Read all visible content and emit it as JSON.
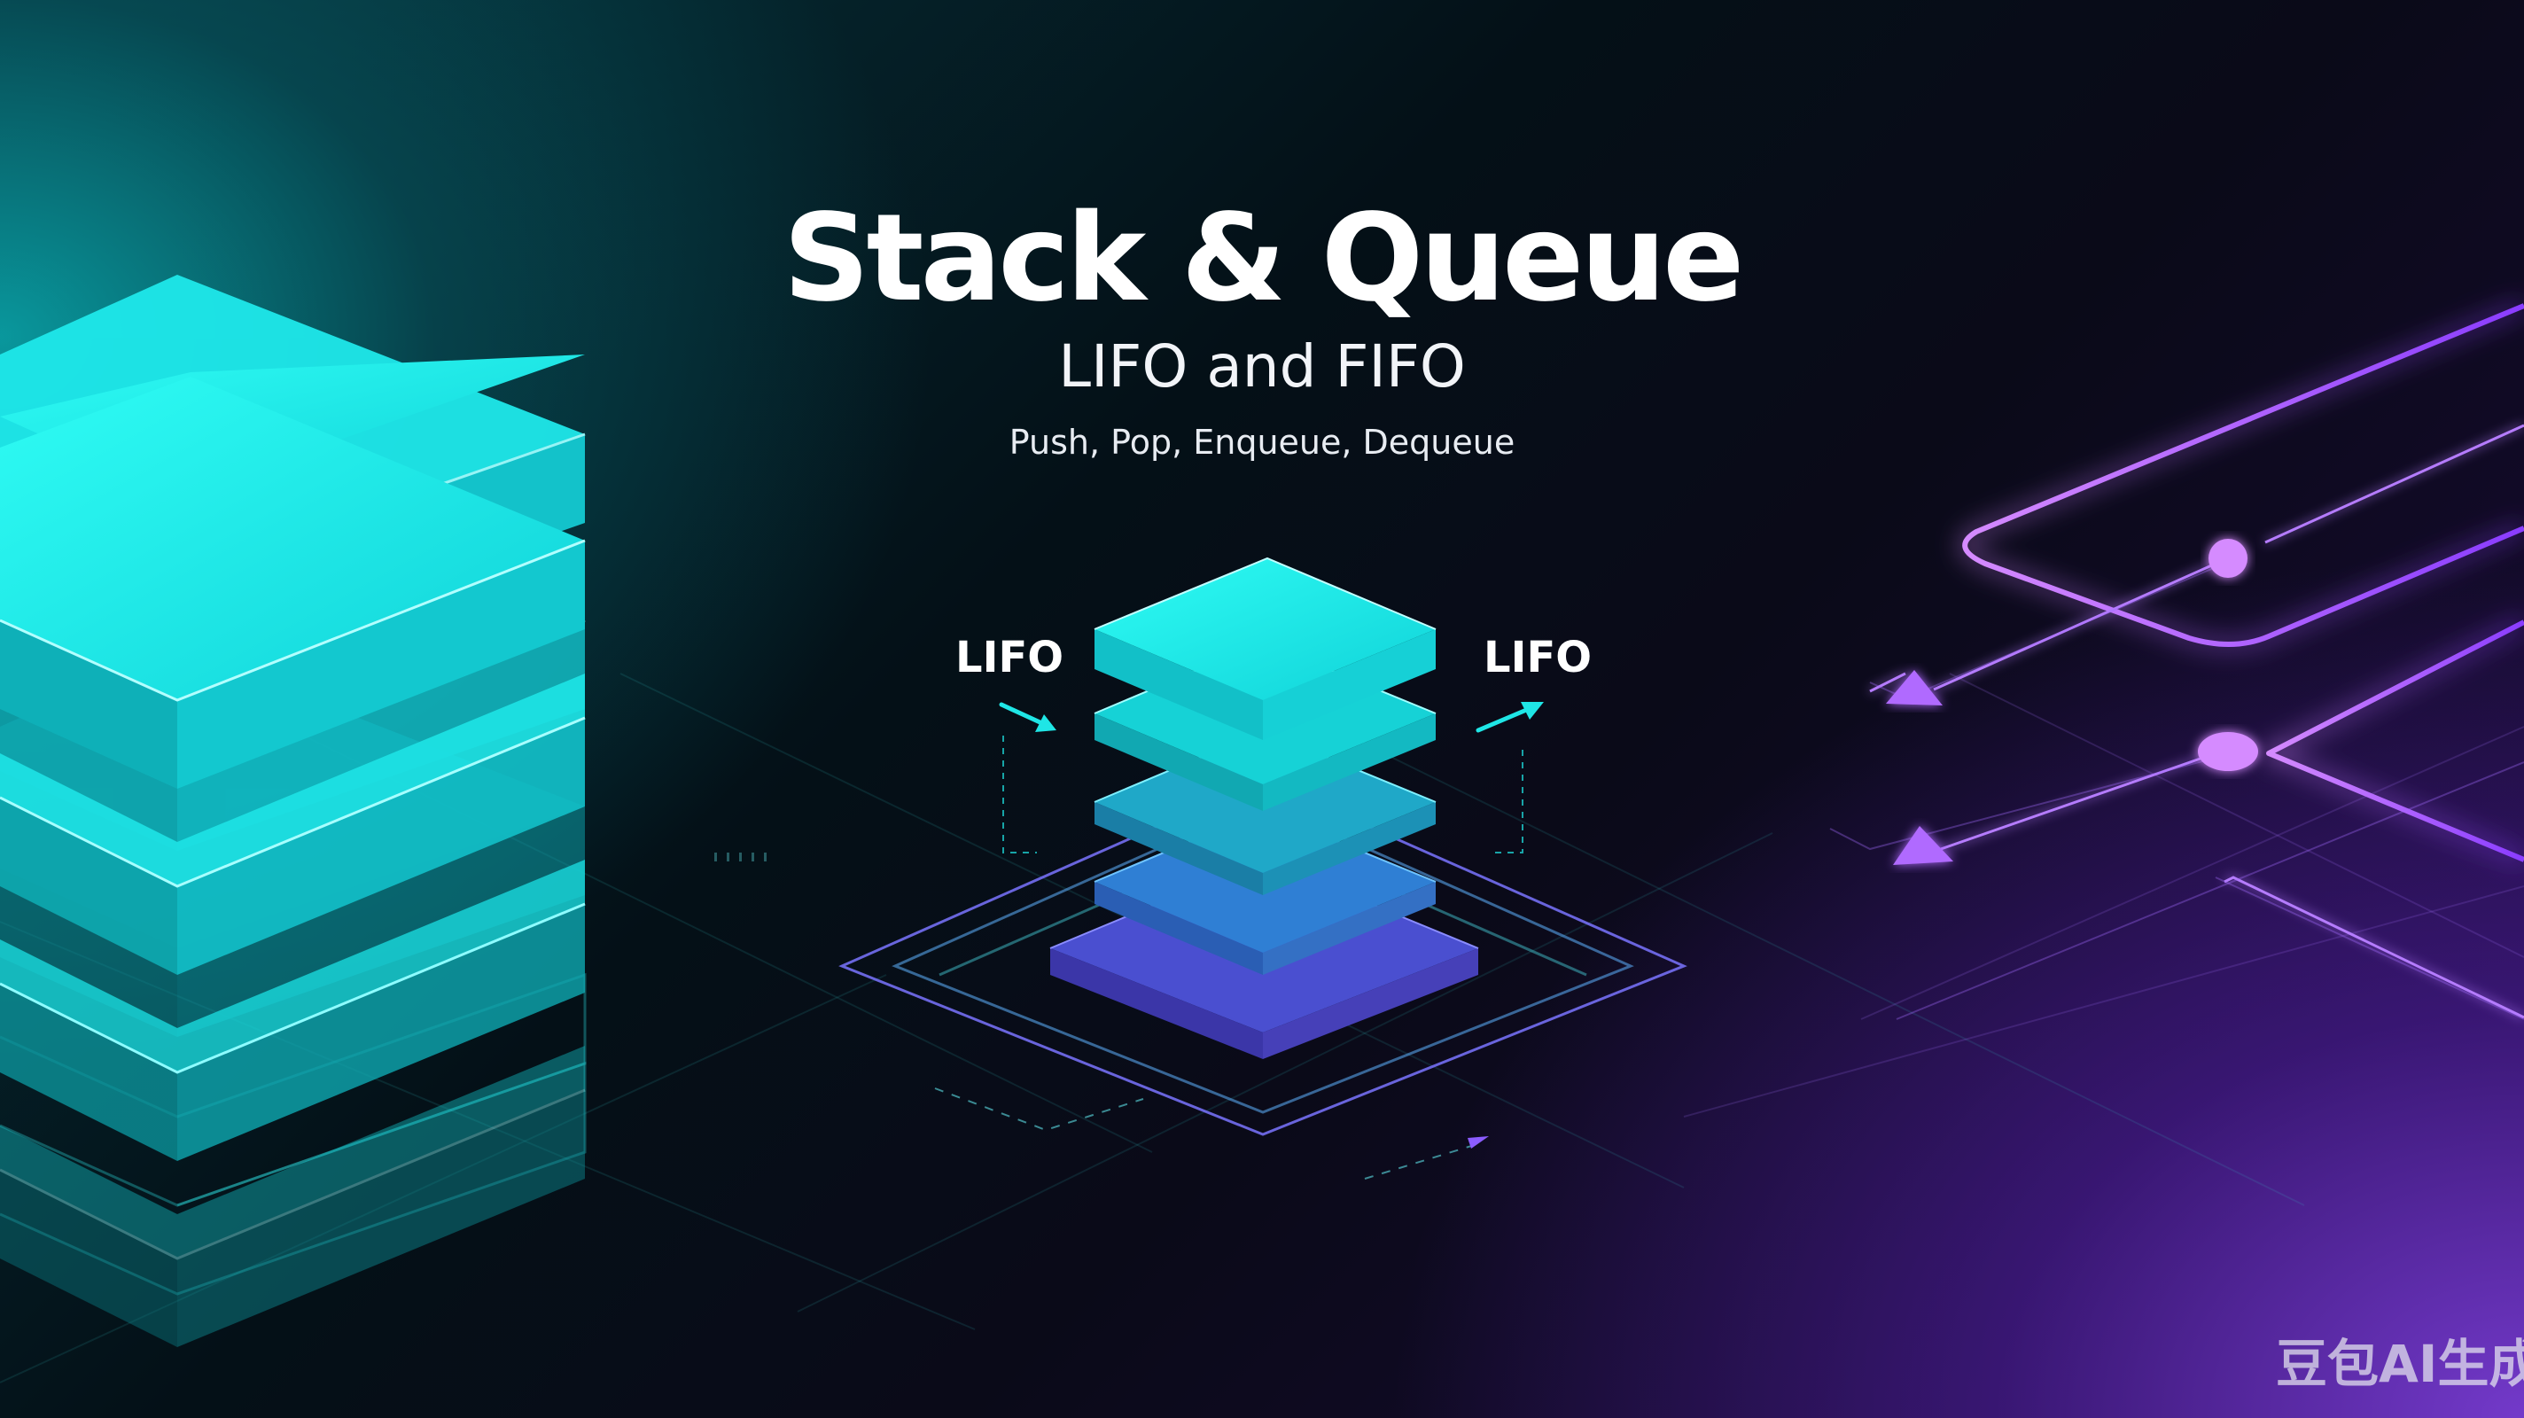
{
  "title": "Stack & Queue",
  "subtitle": "LIFO and FIFO",
  "operations": "Push, Pop, Enqueue, Dequeue",
  "labels": {
    "left": "LIFO",
    "right": "LIFO"
  },
  "watermark": "豆包AI生成",
  "colors": {
    "cyan": "#19e6e6",
    "purple": "#b26bff",
    "background": "#05070d"
  }
}
